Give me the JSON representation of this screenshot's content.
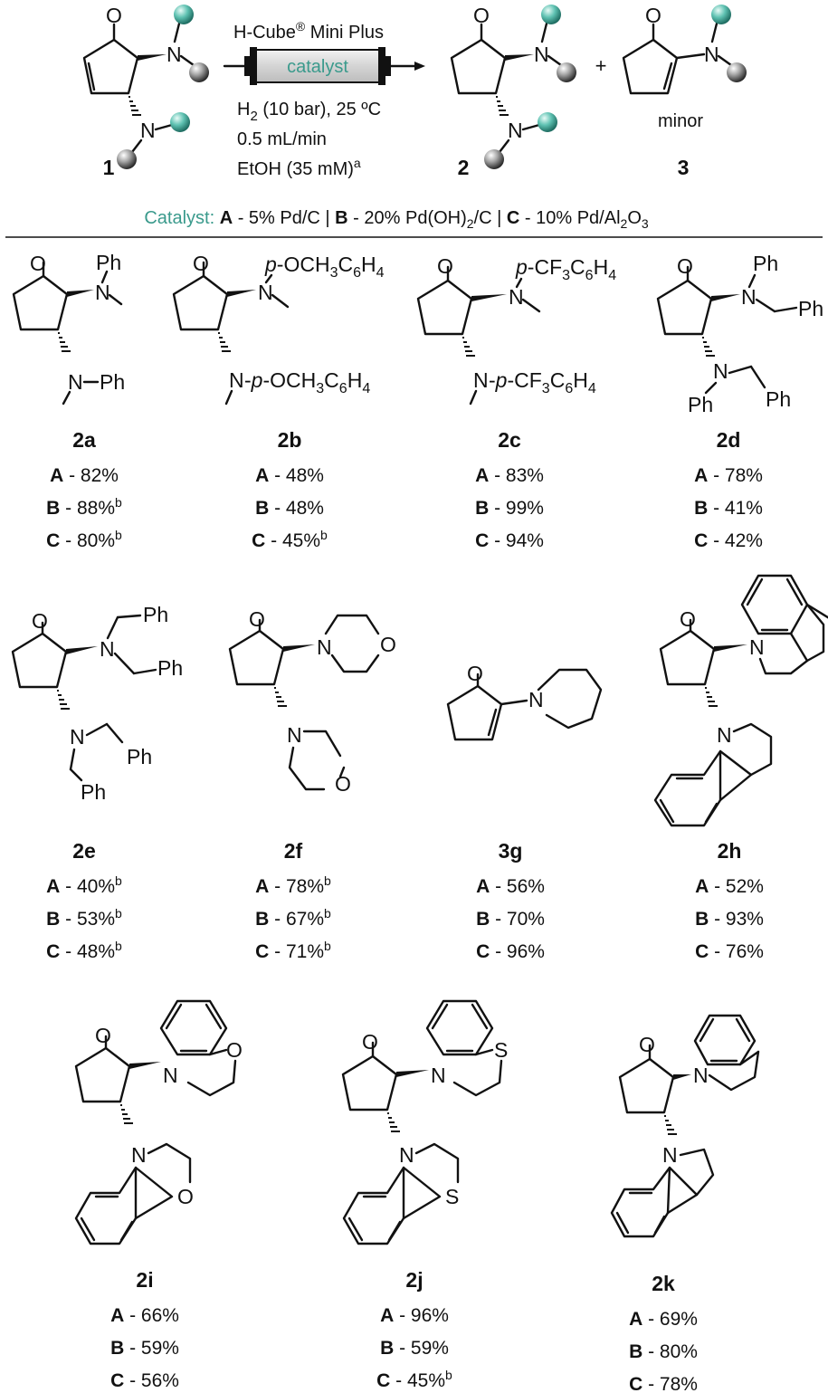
{
  "colors": {
    "accent": "#3a9a8c",
    "ink": "#111111",
    "sphere_gray": "#8c8c8c",
    "sphere_teal": "#49b3a3"
  },
  "scheme": {
    "device": "H-Cube",
    "device_sup": "®",
    "device_rest": " Mini Plus",
    "cartridge": "catalyst",
    "cond_h2": "H",
    "cond_h2_sub": "2",
    "cond_h2_rest": " (10 bar), 25 ºC",
    "cond_flow": "0.5 mL/min",
    "cond_solvent": "EtOH (35 mM)",
    "cond_solvent_sup": "a",
    "label_sm": "1",
    "label_product": "2",
    "label_side": "3",
    "plus": "+",
    "minor": "minor"
  },
  "catalyst_line": {
    "prefix": "Catalyst:",
    "a_key": "A",
    "a_text": " - 5% Pd/C | ",
    "b_key": "B",
    "b_text": " - 20% Pd(OH)",
    "b_sub": "2",
    "b_tail": "/C | ",
    "c_key": "C",
    "c_text": " - 10% Pd/Al",
    "c_sub1": "2",
    "c_mid": "O",
    "c_sub2": "3"
  },
  "compounds": [
    {
      "label": "2a",
      "yields": [
        {
          "cat": "A",
          "val": "82%",
          "sup": ""
        },
        {
          "cat": "B",
          "val": "88%",
          "sup": "b"
        },
        {
          "cat": "C",
          "val": "80%",
          "sup": "b"
        }
      ]
    },
    {
      "label": "2b",
      "yields": [
        {
          "cat": "A",
          "val": "48%",
          "sup": ""
        },
        {
          "cat": "B",
          "val": "48%",
          "sup": ""
        },
        {
          "cat": "C",
          "val": "45%",
          "sup": "b"
        }
      ]
    },
    {
      "label": "2c",
      "yields": [
        {
          "cat": "A",
          "val": "83%",
          "sup": ""
        },
        {
          "cat": "B",
          "val": "99%",
          "sup": ""
        },
        {
          "cat": "C",
          "val": "94%",
          "sup": ""
        }
      ]
    },
    {
      "label": "2d",
      "yields": [
        {
          "cat": "A",
          "val": "78%",
          "sup": ""
        },
        {
          "cat": "B",
          "val": "41%",
          "sup": ""
        },
        {
          "cat": "C",
          "val": "42%",
          "sup": ""
        }
      ]
    },
    {
      "label": "2e",
      "yields": [
        {
          "cat": "A",
          "val": "40%",
          "sup": "b"
        },
        {
          "cat": "B",
          "val": "53%",
          "sup": "b"
        },
        {
          "cat": "C",
          "val": "48%",
          "sup": "b"
        }
      ]
    },
    {
      "label": "2f",
      "yields": [
        {
          "cat": "A",
          "val": "78%",
          "sup": "b"
        },
        {
          "cat": "B",
          "val": "67%",
          "sup": "b"
        },
        {
          "cat": "C",
          "val": "71%",
          "sup": "b"
        }
      ]
    },
    {
      "label": "3g",
      "yields": [
        {
          "cat": "A",
          "val": "56%",
          "sup": ""
        },
        {
          "cat": "B",
          "val": "70%",
          "sup": ""
        },
        {
          "cat": "C",
          "val": "96%",
          "sup": ""
        }
      ]
    },
    {
      "label": "2h",
      "yields": [
        {
          "cat": "A",
          "val": "52%",
          "sup": ""
        },
        {
          "cat": "B",
          "val": "93%",
          "sup": ""
        },
        {
          "cat": "C",
          "val": "76%",
          "sup": ""
        }
      ]
    },
    {
      "label": "2i",
      "yields": [
        {
          "cat": "A",
          "val": "66%",
          "sup": ""
        },
        {
          "cat": "B",
          "val": "59%",
          "sup": ""
        },
        {
          "cat": "C",
          "val": "56%",
          "sup": ""
        }
      ]
    },
    {
      "label": "2j",
      "yields": [
        {
          "cat": "A",
          "val": "96%",
          "sup": ""
        },
        {
          "cat": "B",
          "val": "59%",
          "sup": ""
        },
        {
          "cat": "C",
          "val": "45%",
          "sup": "b"
        }
      ]
    },
    {
      "label": "2k",
      "yields": [
        {
          "cat": "A",
          "val": "69%",
          "sup": ""
        },
        {
          "cat": "B",
          "val": "80%",
          "sup": ""
        },
        {
          "cat": "C",
          "val": "78%",
          "sup": ""
        }
      ]
    }
  ],
  "atoms": {
    "O": "O",
    "N": "N",
    "S": "S"
  },
  "substituents": {
    "a_top": "Ph",
    "a_bot": "Ph",
    "b_top_pre": "p",
    "b_top_mid": "-OCH",
    "b_top_s1": "3",
    "b_top_c": "C",
    "b_top_s2": "6",
    "b_top_h": "H",
    "b_top_s3": "4",
    "b_bot_pre": "p",
    "b_bot_mid": "-OCH",
    "b_bot_s1": "3",
    "b_bot_c": "C",
    "b_bot_s2": "6",
    "b_bot_h": "H",
    "b_bot_s3": "4",
    "c_top_pre": "p",
    "c_top_mid": "-CF",
    "c_top_s1": "3",
    "c_top_c": "C",
    "c_top_s2": "6",
    "c_top_h": "H",
    "c_top_s3": "4",
    "c_bot_pre": "p",
    "c_bot_mid": "-CF",
    "c_bot_s1": "3",
    "c_bot_c": "C",
    "c_bot_s2": "6",
    "c_bot_h": "H",
    "c_bot_s3": "4",
    "d_top_ph": "Ph",
    "d_top_bn": "Ph",
    "d_bot_ph": "Ph",
    "d_bot_bn": "Ph",
    "e_top1": "Ph",
    "e_top2": "Ph",
    "e_bot1": "Ph",
    "e_bot2": "Ph"
  }
}
